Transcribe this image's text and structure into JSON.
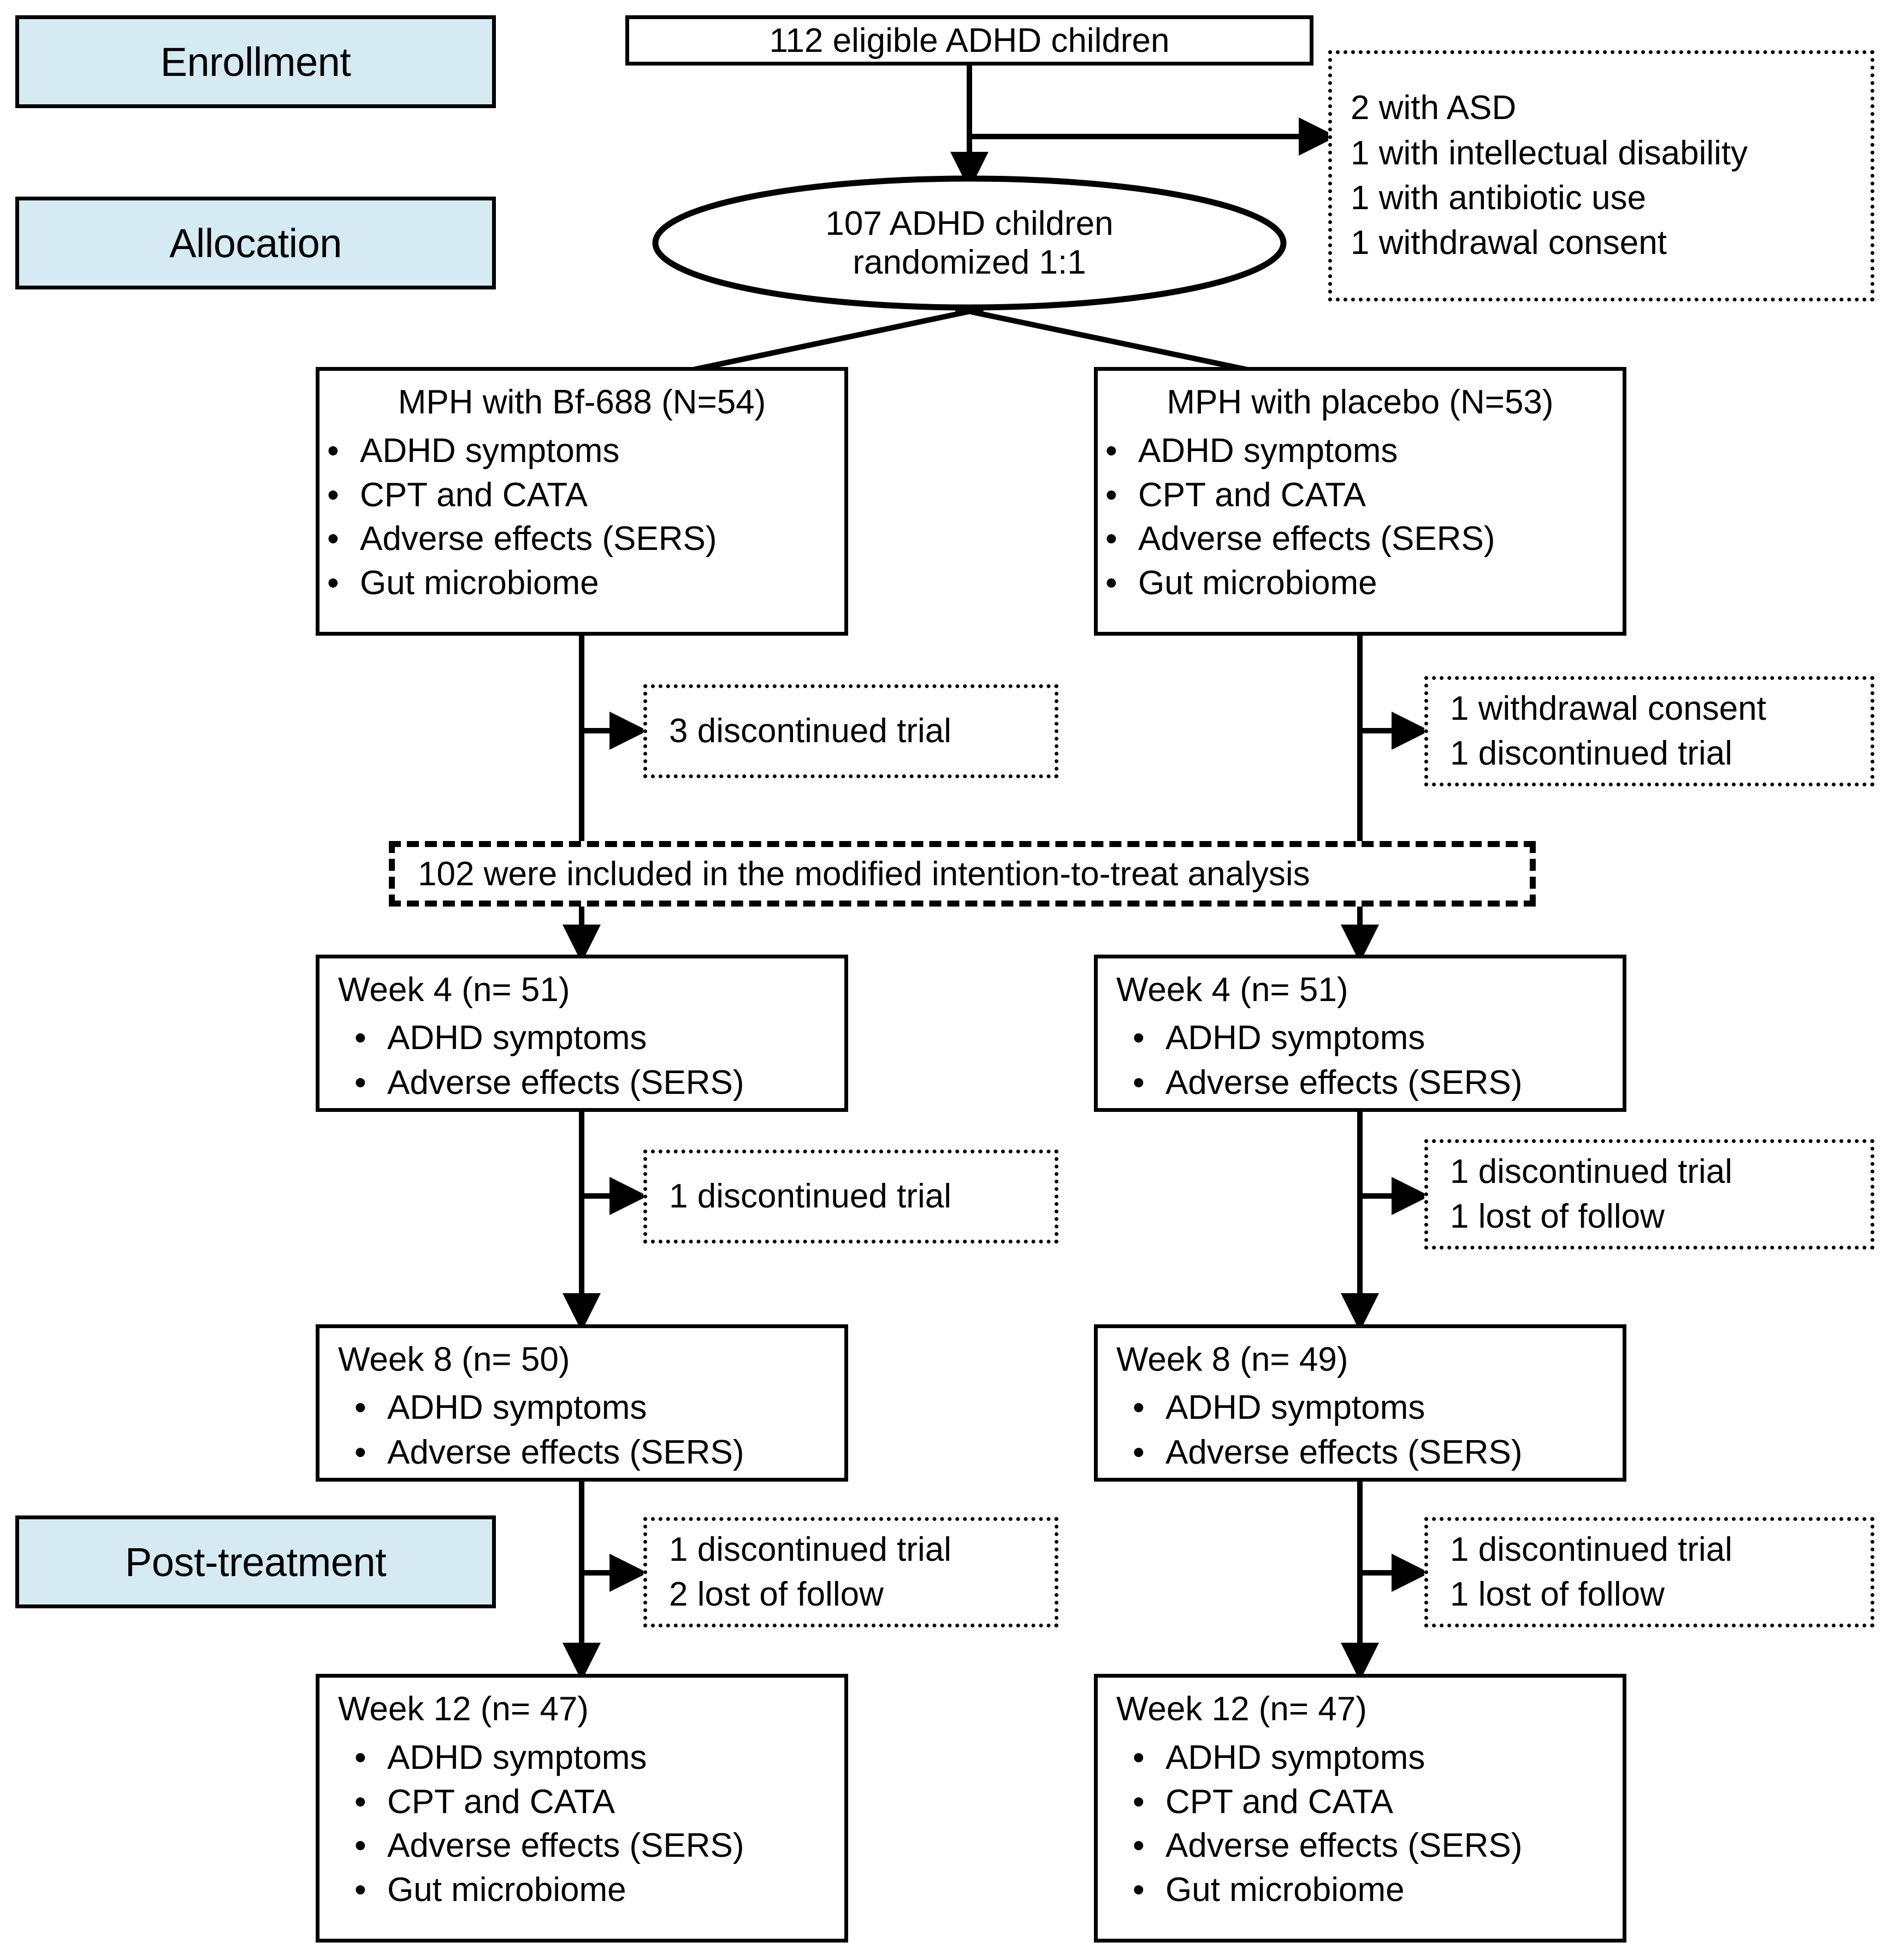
{
  "diagram": {
    "type": "consort-flow-diagram",
    "stage_labels": [
      {
        "id": "enrollment",
        "text": "Enrollment"
      },
      {
        "id": "allocation",
        "text": "Allocation"
      },
      {
        "id": "post_treatment",
        "text": "Post-treatment"
      }
    ],
    "enrollment": {
      "eligible_box": "112 eligible ADHD children",
      "excluded_box": {
        "lines": [
          "2 with ASD",
          "1 with intellectual disability",
          "1 with antibiotic use",
          "1 withdrawal consent"
        ]
      }
    },
    "randomization": {
      "line1": "107 ADHD children",
      "line2": "randomized 1:1"
    },
    "allocation": {
      "left": {
        "title": "MPH with Bf-688 (N=54)",
        "items": [
          "ADHD symptoms",
          "CPT and CATA",
          "Adverse effects (SERS)",
          "Gut microbiome"
        ]
      },
      "right": {
        "title": "MPH with placebo (N=53)",
        "items": [
          "ADHD symptoms",
          "CPT and CATA",
          "Adverse effects (SERS)",
          "Gut microbiome"
        ]
      }
    },
    "dropout_after_allocation": {
      "left": {
        "lines": [
          "3 discontinued trial"
        ]
      },
      "right": {
        "lines": [
          "1 withdrawal consent",
          "1 discontinued trial"
        ]
      }
    },
    "mitt_band": "102 were included in the modified intention-to-treat analysis",
    "week4": {
      "left": {
        "title": "Week 4 (n= 51)",
        "items": [
          "ADHD symptoms",
          "Adverse effects (SERS)"
        ]
      },
      "right": {
        "title": "Week 4 (n= 51)",
        "items": [
          "ADHD symptoms",
          "Adverse effects (SERS)"
        ]
      }
    },
    "dropout_after_week4": {
      "left": {
        "lines": [
          "1 discontinued trial"
        ]
      },
      "right": {
        "lines": [
          "1 discontinued trial",
          "1 lost of follow"
        ]
      }
    },
    "week8": {
      "left": {
        "title": "Week 8 (n= 50)",
        "items": [
          "ADHD symptoms",
          "Adverse effects (SERS)"
        ]
      },
      "right": {
        "title": "Week 8 (n= 49)",
        "items": [
          "ADHD symptoms",
          "Adverse effects (SERS)"
        ]
      }
    },
    "dropout_after_week8": {
      "left": {
        "lines": [
          "1 discontinued trial",
          "2 lost of follow"
        ]
      },
      "right": {
        "lines": [
          "1 discontinued trial",
          "1 lost of follow"
        ]
      }
    },
    "week12": {
      "left": {
        "title": "Week 12 (n= 47)",
        "items": [
          "ADHD symptoms",
          "CPT and CATA",
          "Adverse effects (SERS)",
          "Gut microbiome"
        ]
      },
      "right": {
        "title": "Week 12 (n= 47)",
        "items": [
          "ADHD symptoms",
          "CPT and CATA",
          "Adverse effects (SERS)",
          "Gut microbiome"
        ]
      }
    },
    "colors": {
      "stage_label_fill": "#d5eaf2",
      "stroke": "#000000",
      "box_fill": "#ffffff"
    }
  }
}
